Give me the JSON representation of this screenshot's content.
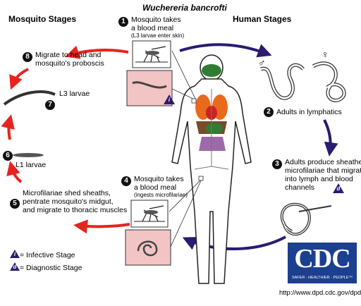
{
  "title": "Wuchereria bancrofti",
  "headers": {
    "mosquito": "Mosquito Stages",
    "human": "Human Stages"
  },
  "steps": [
    {
      "num": "1",
      "label": "Mosquito takes\na blood meal",
      "sub": "(L3 larvae enter skin)"
    },
    {
      "num": "2",
      "label": "Adults in lymphatics"
    },
    {
      "num": "3",
      "label": "Adults produce sheathed\nmicrofilariae that migrate\ninto lymph and blood\nchannels"
    },
    {
      "num": "4",
      "label": "Mosquito takes\na blood meal",
      "sub": "(ingests microfilariae)"
    },
    {
      "num": "5",
      "label": "Microfilariae shed sheaths,\npentrate mosquito's midgut,\nand migrate to thoracic muscles"
    },
    {
      "num": "6",
      "label": "L1 larvae"
    },
    {
      "num": "7",
      "label": "L3 larvae"
    },
    {
      "num": "8",
      "label": "Migrate to head and\nmosquito's proboscis"
    }
  ],
  "legend": {
    "infective_symbol": "i",
    "infective_label": "= Infective Stage",
    "diagnostic_symbol": "d",
    "diagnostic_label": "= Diagnostic Stage"
  },
  "logo": {
    "text": "CDC",
    "tagline": "SAFER · HEALTHIER · PEOPLE™"
  },
  "url": "http://www.dpd.cdc.gov/dpdx",
  "colors": {
    "red_arrow": "#e8231f",
    "navy_arrow": "#2b1b72",
    "inset_pink": "#f2c4c4",
    "cdc_blue": "#1c3f8f"
  }
}
